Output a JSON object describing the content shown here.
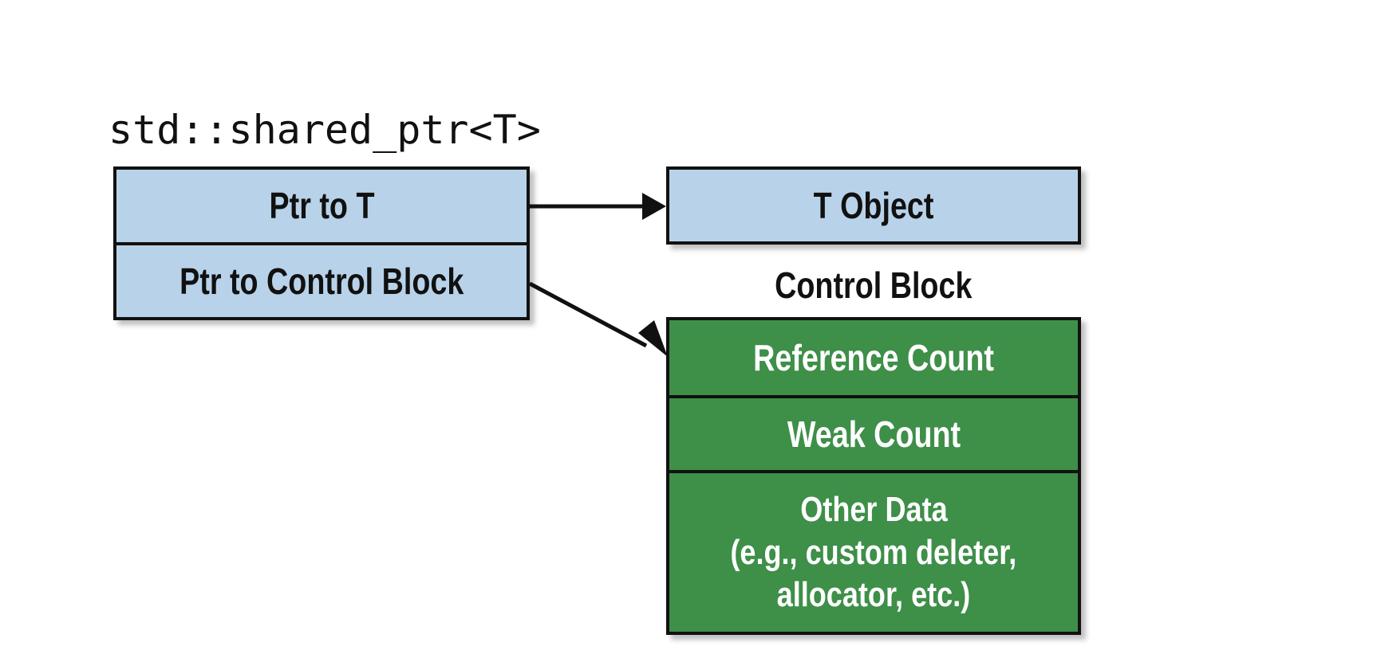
{
  "diagram": {
    "shared_ptr_label": "std::shared_ptr<T>",
    "shared_ptr": {
      "ptr_to_t": "Ptr to T",
      "ptr_to_control_block": "Ptr to Control Block"
    },
    "t_object": "T Object",
    "control_block": {
      "title": "Control Block",
      "reference_count": "Reference Count",
      "weak_count": "Weak Count",
      "other_data_line1": "Other Data",
      "other_data_line2": "(e.g., custom deleter,",
      "other_data_line3": "allocator, etc.)"
    },
    "colors": {
      "pointer_fill": "#b8d3e9",
      "control_block_fill": "#3e8f48",
      "outline": "#111111"
    }
  }
}
